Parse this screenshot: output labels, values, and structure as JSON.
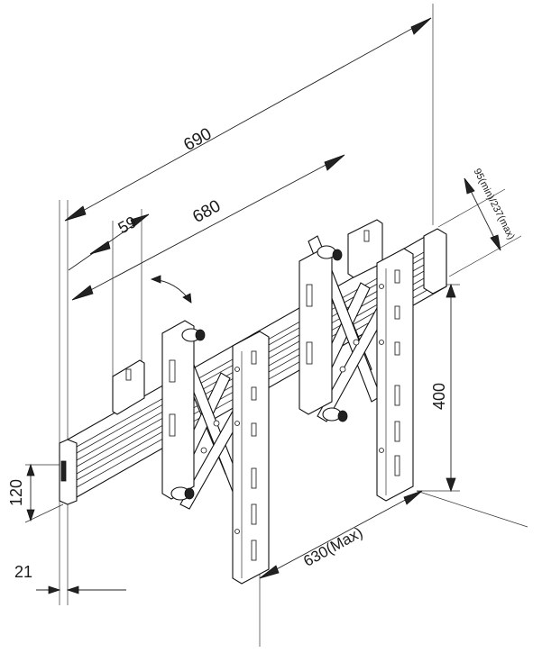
{
  "dimensions": {
    "overall_width": "690",
    "rail_width": "680",
    "bracket_offset": "59",
    "depth_range": "95(min)/237(max)",
    "arm_height": "400",
    "rail_height": "120",
    "rail_depth": "21",
    "arm_spacing": "630(Max)"
  },
  "colors": {
    "line": "#111111",
    "background": "#ffffff"
  }
}
